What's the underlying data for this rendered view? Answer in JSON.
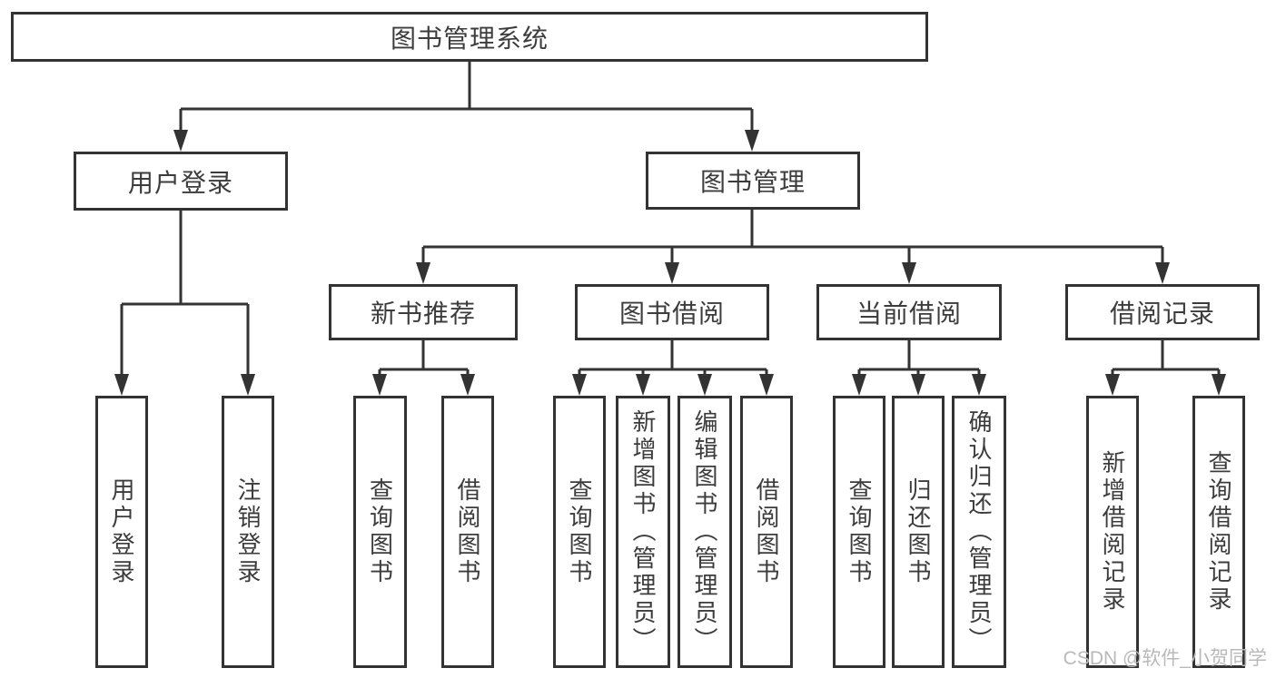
{
  "diagram": {
    "root": {
      "label": "图书管理系统"
    },
    "branches": [
      {
        "label": "用户登录",
        "children": [
          {
            "label": "用户登录"
          },
          {
            "label": "注销登录"
          }
        ]
      },
      {
        "label": "图书管理",
        "children": [
          {
            "label": "新书推荐",
            "children": [
              {
                "label": "查询图书"
              },
              {
                "label": "借阅图书"
              }
            ]
          },
          {
            "label": "图书借阅",
            "children": [
              {
                "label": "查询图书"
              },
              {
                "label": "新增图书（管理员）"
              },
              {
                "label": "编辑图书（管理员）"
              },
              {
                "label": "借阅图书"
              }
            ]
          },
          {
            "label": "当前借阅",
            "children": [
              {
                "label": "查询图书"
              },
              {
                "label": "归还图书"
              },
              {
                "label": "确认归还（管理员）"
              }
            ]
          },
          {
            "label": "借阅记录",
            "children": [
              {
                "label": "新增借阅记录"
              },
              {
                "label": "查询借阅记录"
              }
            ]
          }
        ]
      }
    ]
  },
  "watermark": {
    "text": "CSDN @软件_小贺同学"
  },
  "colors": {
    "line": "#333333",
    "text": "#3c3c3c",
    "background": "#ffffff",
    "watermark": "#b9b9b9"
  }
}
